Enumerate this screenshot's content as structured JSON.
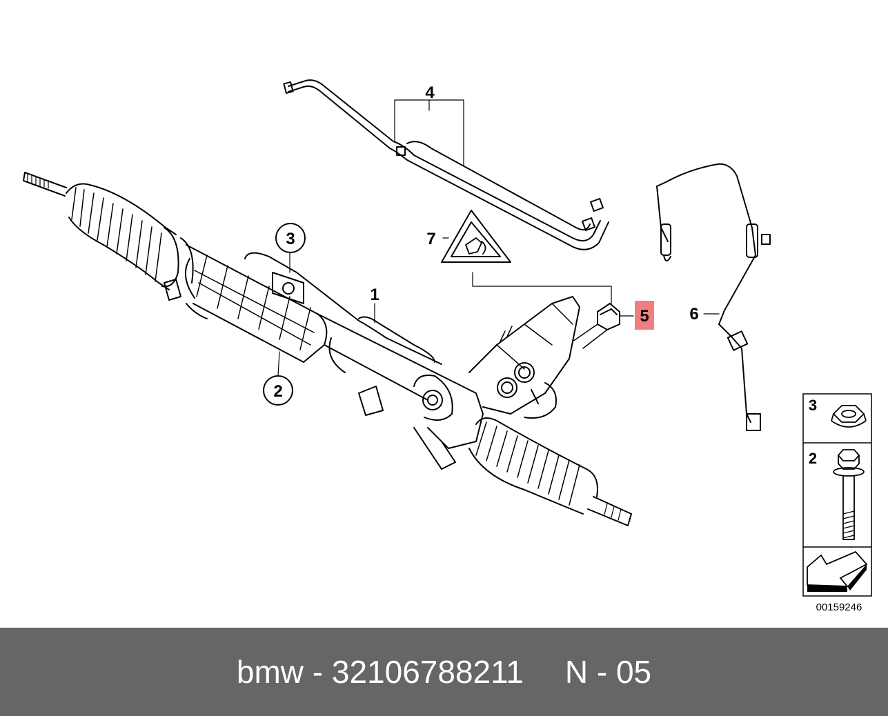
{
  "callouts": {
    "c1": "1",
    "c2": "2",
    "c3": "3",
    "c4": "4",
    "c5": "5",
    "c6": "6",
    "c7": "7"
  },
  "inset": {
    "row1_label": "3",
    "row2_label": "2"
  },
  "diagram_id": "00159246",
  "footer": {
    "part_text": "bmw - 32106788211",
    "position_text": "N - 05"
  },
  "colors": {
    "highlight": "#f08080",
    "footer_bg": "#666666",
    "footer_text": "#ffffff"
  }
}
